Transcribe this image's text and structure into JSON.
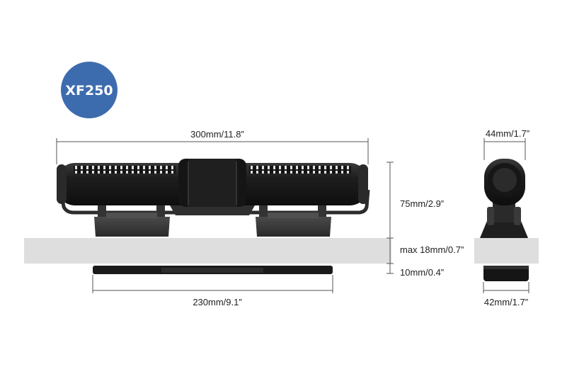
{
  "badge": {
    "text": "XF250",
    "color": "#3d6cae"
  },
  "dimensions": {
    "length": "300mm/11.8”",
    "height": "75mm/2.9”",
    "glass_thickness": "max 18mm/0.7”",
    "magnet_thickness": "10mm/0.4”",
    "magnet_length": "230mm/9.1”",
    "side_width_top": "44mm/1.7”",
    "side_width_bottom": "42mm/1.7”"
  },
  "colors": {
    "pump_body": "#1c1c1c",
    "bracket": "#3a3a3a",
    "glass": "#dedede",
    "dimension_line": "#555555"
  }
}
